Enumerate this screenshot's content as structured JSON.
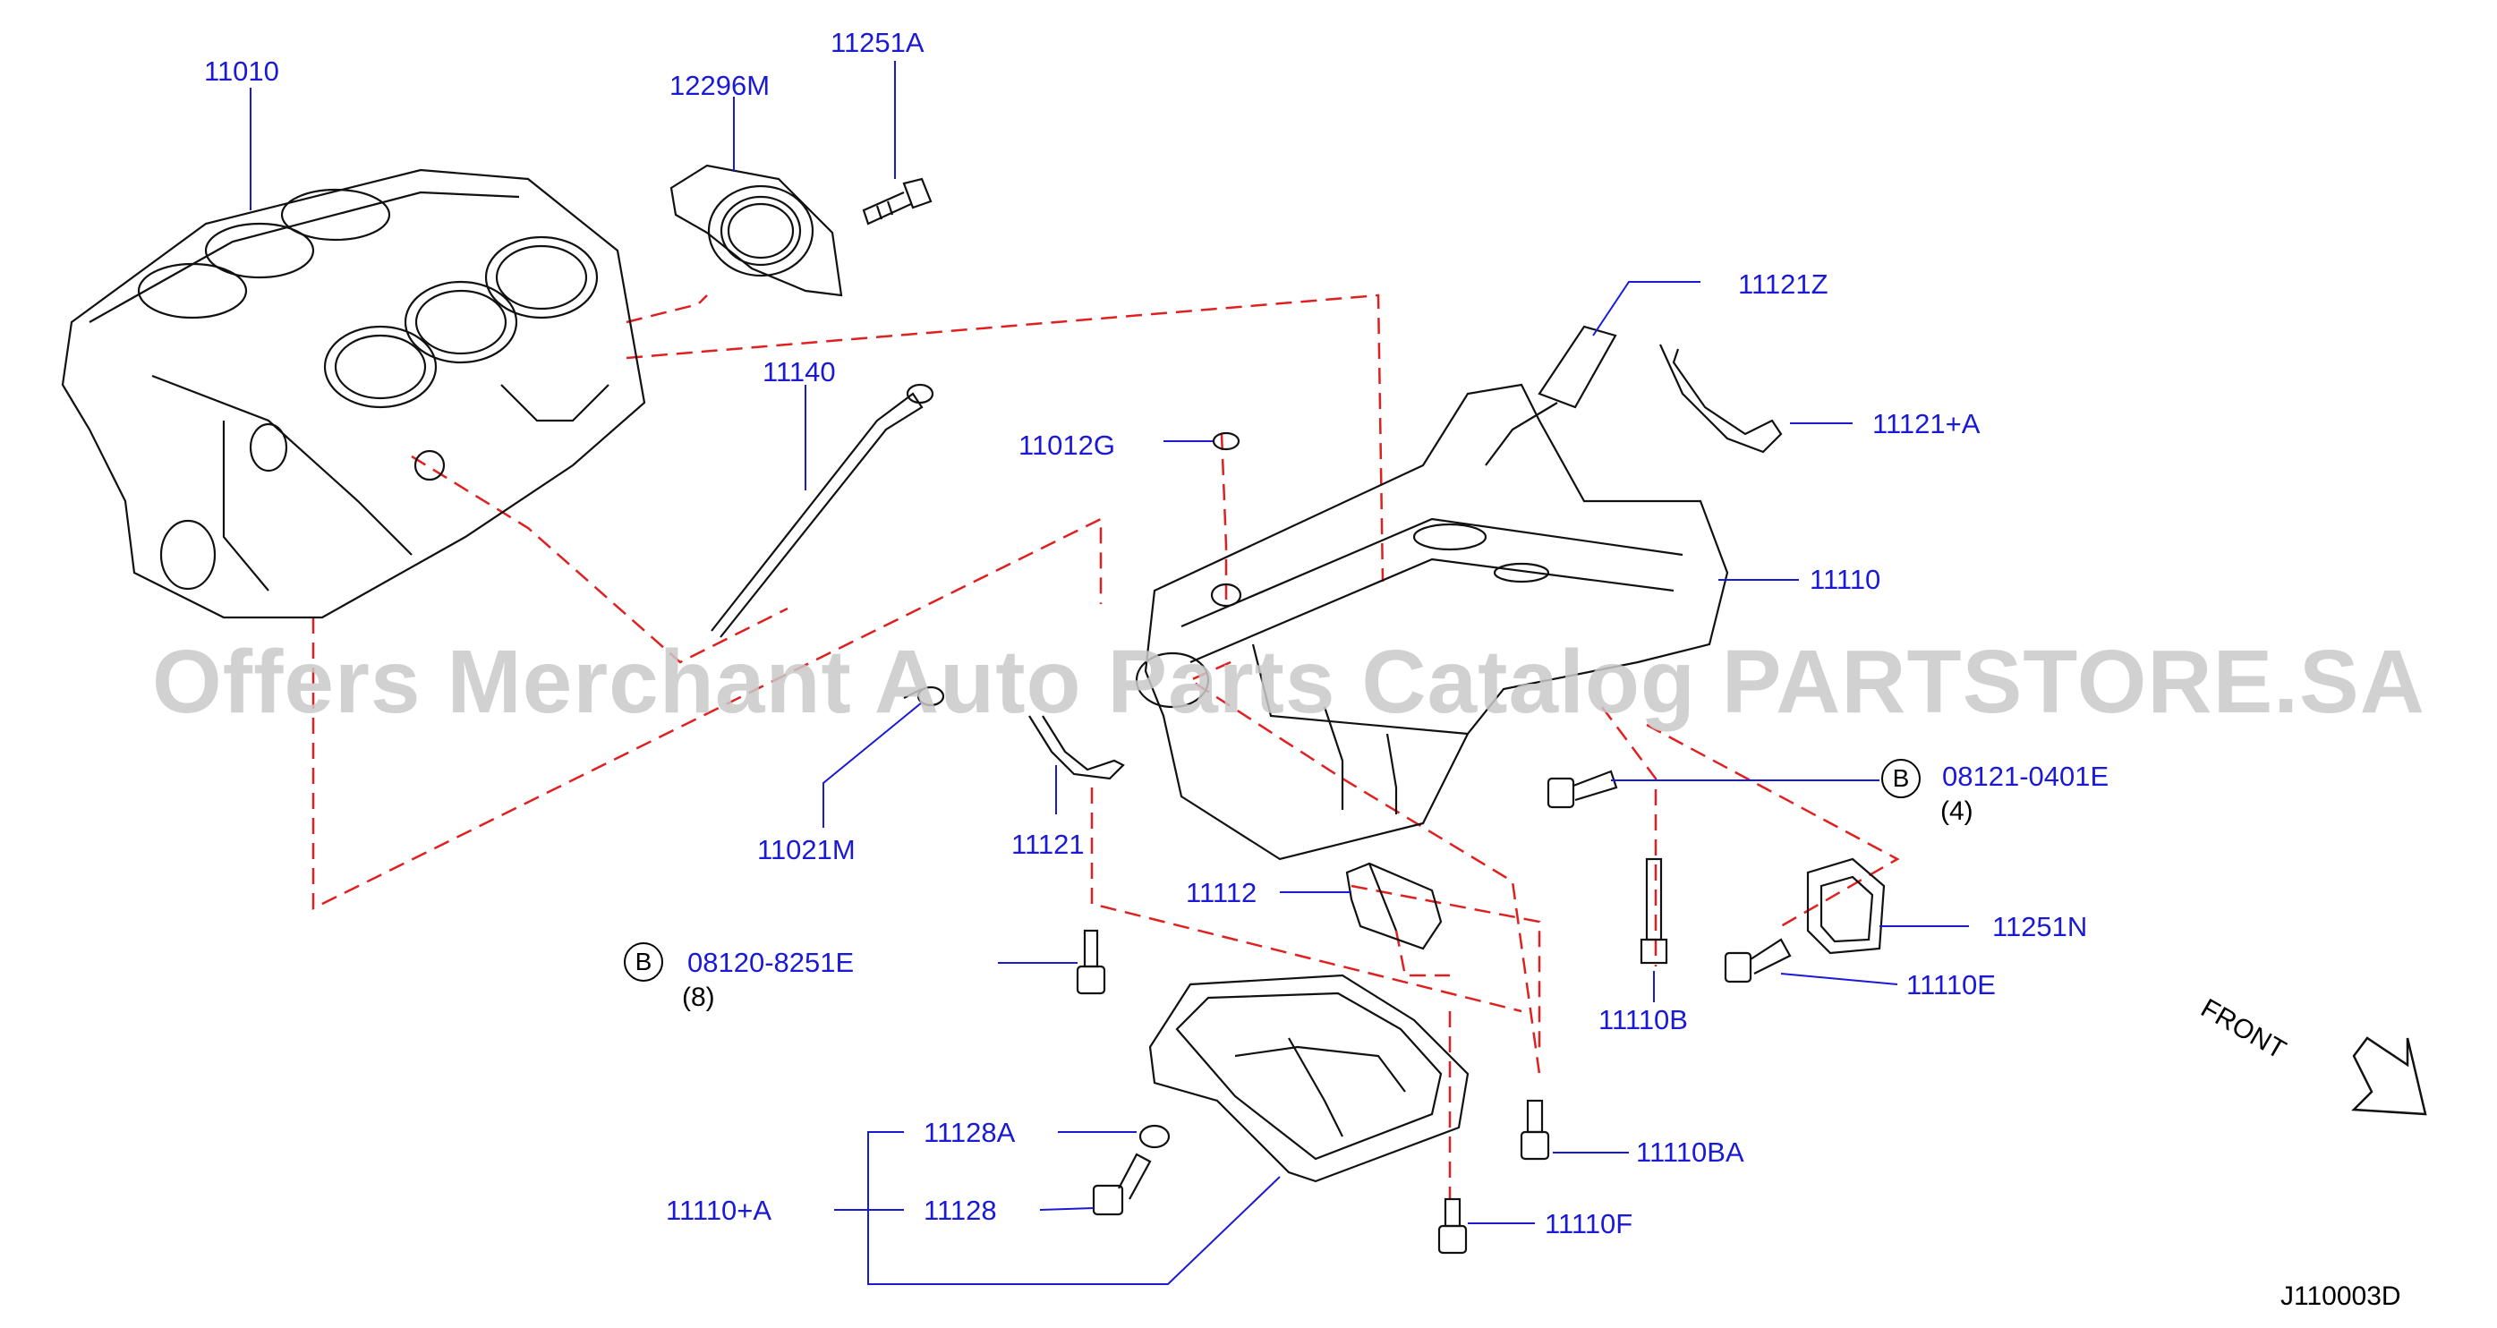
{
  "watermark": "Offers Merchant Auto Parts Catalog PARTSTORE.SA",
  "diagram_code": "J110003D",
  "front_label": "FRONT",
  "bolt_marker": "B",
  "parts": {
    "p11010": "11010",
    "p12296M": "12296M",
    "p11251A": "11251A",
    "p11140": "11140",
    "p11121Z": "11121Z",
    "p11121A": "11121+A",
    "p11012G": "11012G",
    "p11110": "11110",
    "p08121": "08121-0401E",
    "p08121_qty": "(4)",
    "p11021M": "11021M",
    "p11121": "11121",
    "p11112": "11112",
    "p11251N": "11251N",
    "p08120": "08120-8251E",
    "p08120_qty": "(8)",
    "p11110E": "11110E",
    "p11110B": "11110B",
    "p11128A": "11128A",
    "p11110BA": "11110BA",
    "p11110A": "11110+A",
    "p11128": "11128",
    "p11110F": "11110F"
  },
  "colors": {
    "label": "#1a1ad6",
    "leader": "#1a1ad6",
    "dashed": "#e02020",
    "outline": "#111111"
  }
}
